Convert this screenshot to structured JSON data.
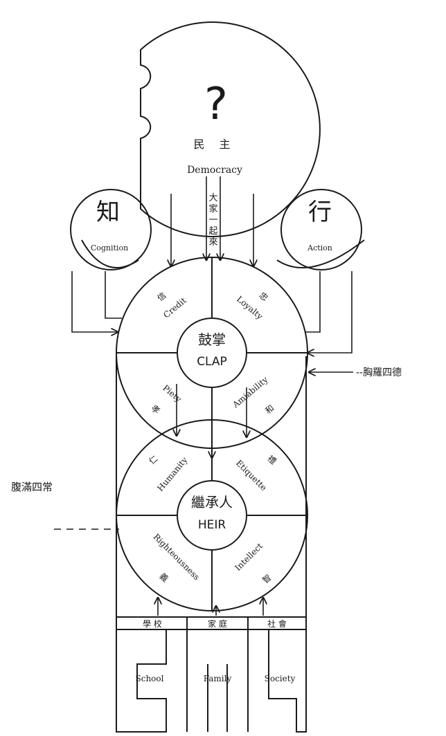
{
  "head": {
    "question_mark": "?",
    "label_cn": "民 主",
    "label_en": "Democracy",
    "vertical_text": [
      "大",
      "家",
      "一",
      "起",
      "來"
    ]
  },
  "left_orb": {
    "label_cn": "知",
    "label_en": "Cognition"
  },
  "right_orb": {
    "label_cn": "行",
    "label_en": "Action"
  },
  "chest": {
    "center_cn": "鼓掌",
    "center_en": "CLAP",
    "q_top_left": {
      "cn": "信",
      "en": "Credit"
    },
    "q_top_right": {
      "cn": "忠",
      "en": "Loyalty"
    },
    "q_bottom_left": {
      "cn": "孝",
      "en": "Piety"
    },
    "q_bottom_right": {
      "cn": "和",
      "en": "Amiability"
    },
    "side_label": "--胸羅四德"
  },
  "belly": {
    "center_cn": "繼承人",
    "center_en": "HEIR",
    "q_top_left": {
      "cn": "仁",
      "en": "Humanity"
    },
    "q_top_right": {
      "cn": "禮",
      "en": "Etiquette"
    },
    "q_bottom_left": {
      "cn": "義",
      "en": "Righteousness"
    },
    "q_bottom_right": {
      "cn": "智",
      "en": "Intellect"
    },
    "side_label": "腹滿四常"
  },
  "legs": {
    "school": {
      "cn": "學 校",
      "en": "School"
    },
    "family": {
      "cn": "家 庭",
      "en": "Family"
    },
    "society": {
      "cn": "社 會",
      "en": "Society"
    }
  }
}
